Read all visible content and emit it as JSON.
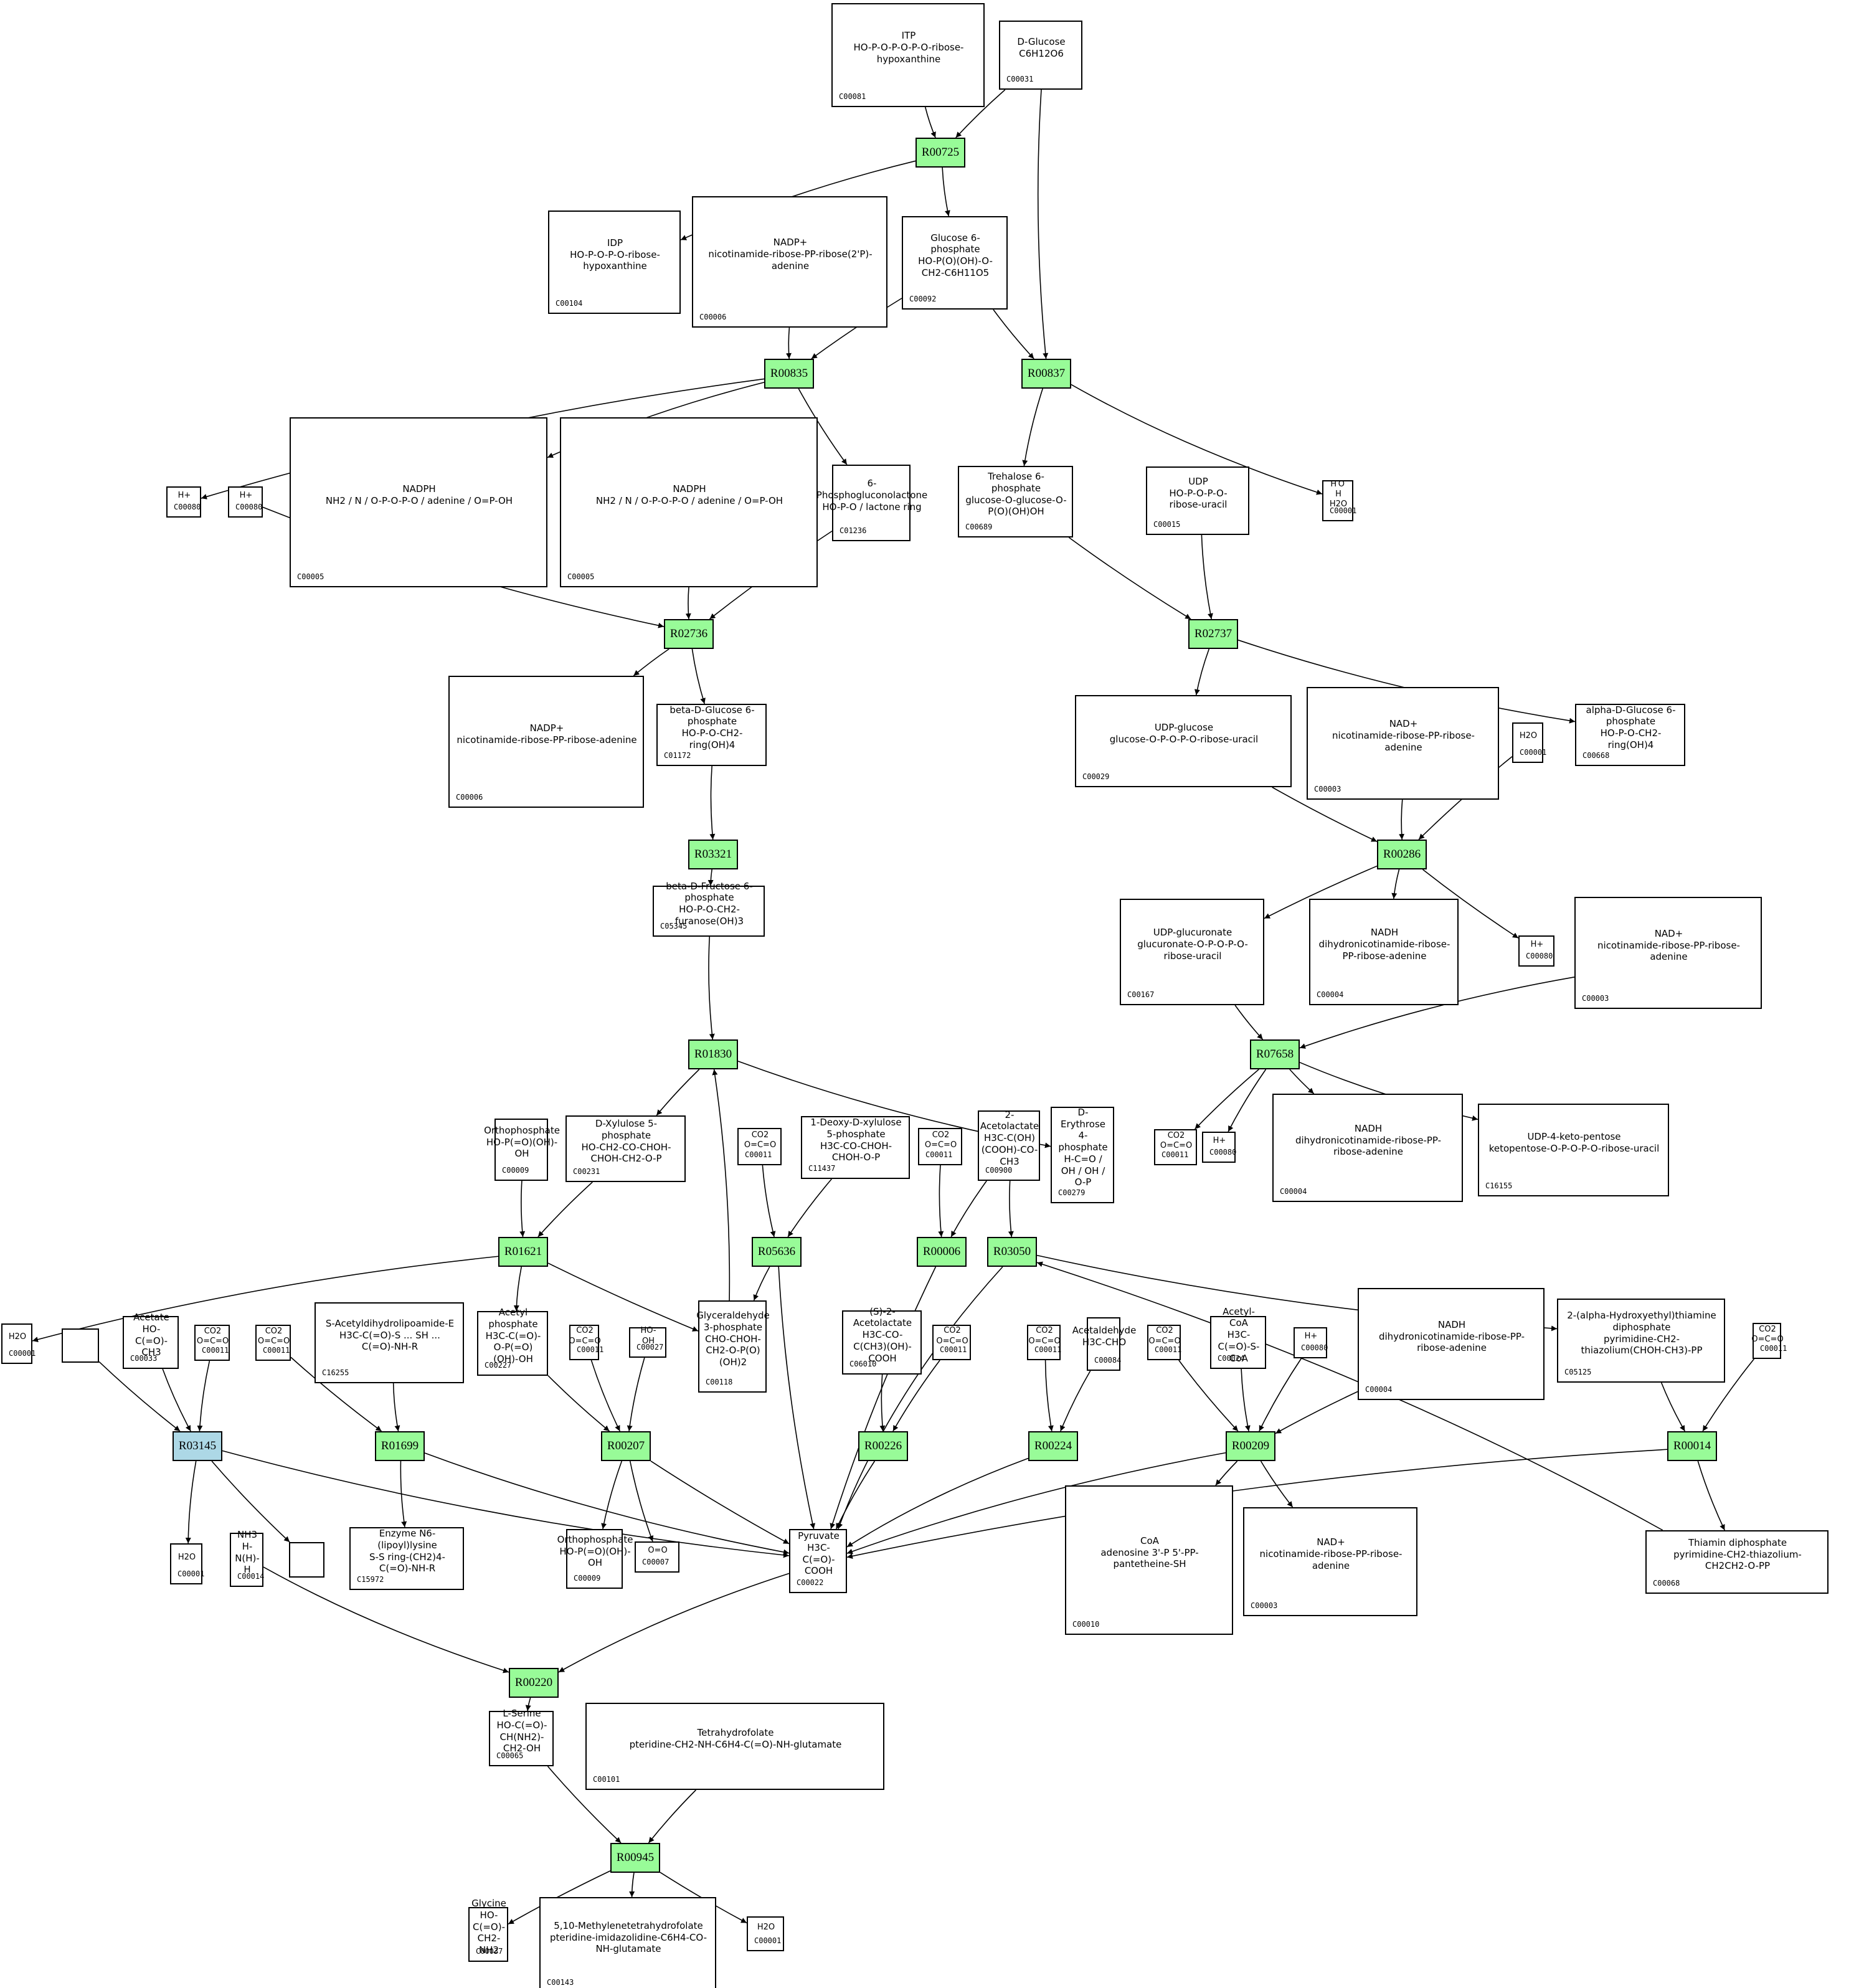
{
  "diagram": {
    "title": "Metabolic pathway graph",
    "colors": {
      "reaction": "#98fb98",
      "reaction_alt": "#add8e6",
      "edge": "#000000",
      "compound_border": "#000000"
    },
    "reactions": [
      {
        "id": "R00725",
        "label": "R00725",
        "style": "main"
      },
      {
        "id": "R00835",
        "label": "R00835",
        "style": "main"
      },
      {
        "id": "R00837",
        "label": "R00837",
        "style": "main"
      },
      {
        "id": "R02736",
        "label": "R02736",
        "style": "main"
      },
      {
        "id": "R02737",
        "label": "R02737",
        "style": "main"
      },
      {
        "id": "R03321",
        "label": "R03321",
        "style": "main"
      },
      {
        "id": "R00286",
        "label": "R00286",
        "style": "main"
      },
      {
        "id": "R07658",
        "label": "R07658",
        "style": "main"
      },
      {
        "id": "R01830",
        "label": "R01830",
        "style": "main"
      },
      {
        "id": "R01621",
        "label": "R01621",
        "style": "main"
      },
      {
        "id": "R05636",
        "label": "R05636",
        "style": "main"
      },
      {
        "id": "R00006",
        "label": "R00006",
        "style": "main"
      },
      {
        "id": "R03050",
        "label": "R03050",
        "style": "main"
      },
      {
        "id": "R03145",
        "label": "R03145",
        "style": "alt"
      },
      {
        "id": "R01699",
        "label": "R01699",
        "style": "main"
      },
      {
        "id": "R00207",
        "label": "R00207",
        "style": "main"
      },
      {
        "id": "R00226",
        "label": "R00226",
        "style": "main"
      },
      {
        "id": "R00224",
        "label": "R00224",
        "style": "main"
      },
      {
        "id": "R00209",
        "label": "R00209",
        "style": "main"
      },
      {
        "id": "R00014",
        "label": "R00014",
        "style": "main"
      },
      {
        "id": "R00220",
        "label": "R00220",
        "style": "main"
      },
      {
        "id": "R00945",
        "label": "R00945",
        "style": "main"
      }
    ],
    "compounds": [
      {
        "key": "c00081",
        "id": "C00081",
        "structure": "ITP\nHO-P-O-P-O-P-O-ribose-hypoxanthine"
      },
      {
        "key": "c00031",
        "id": "C00031",
        "structure": "D-Glucose\nC6H12O6"
      },
      {
        "key": "c00104",
        "id": "C00104",
        "structure": "IDP\nHO-P-O-P-O-ribose-hypoxanthine"
      },
      {
        "key": "c00006a",
        "id": "C00006",
        "structure": "NADP+\nnicotinamide-ribose-PP-ribose(2'P)-adenine"
      },
      {
        "key": "c00092",
        "id": "C00092",
        "structure": "Glucose 6-phosphate\nHO-P(O)(OH)-O-CH2-C6H11O5"
      },
      {
        "key": "h1",
        "id": "C00080",
        "structure": "H+"
      },
      {
        "key": "h2",
        "id": "C00080",
        "structure": "H+"
      },
      {
        "key": "c00005a",
        "id": "C00005",
        "structure": "NADPH\nNH2 / N / O-P-O-P-O / adenine / O=P-OH"
      },
      {
        "key": "c00005b",
        "id": "C00005",
        "structure": "NADPH\nNH2 / N / O-P-O-P-O / adenine / O=P-OH"
      },
      {
        "key": "c01236",
        "id": "C01236",
        "structure": "6-Phosphogluconolactone\nHO-P-O / lactone ring"
      },
      {
        "key": "c00689",
        "id": "C00689",
        "structure": "Trehalose 6-phosphate\nglucose-O-glucose-O-P(O)(OH)OH"
      },
      {
        "key": "c00015",
        "id": "C00015",
        "structure": "UDP\nHO-P-O-P-O-ribose-uracil"
      },
      {
        "key": "w1",
        "id": "C00001",
        "structure": "H O H\nH2O"
      },
      {
        "key": "c00006b",
        "id": "C00006",
        "structure": "NADP+\nnicotinamide-ribose-PP-ribose-adenine"
      },
      {
        "key": "c01172",
        "id": "C01172",
        "structure": "beta-D-Glucose 6-phosphate\nHO-P-O-CH2-ring(OH)4"
      },
      {
        "key": "c00029",
        "id": "C00029",
        "structure": "UDP-glucose\nglucose-O-P-O-P-O-ribose-uracil"
      },
      {
        "key": "c00003a",
        "id": "C00003",
        "structure": "NAD+\nnicotinamide-ribose-PP-ribose-adenine"
      },
      {
        "key": "w2",
        "id": "C00001",
        "structure": "H2O"
      },
      {
        "key": "c00668",
        "id": "C00668",
        "structure": "alpha-D-Glucose 6-phosphate\nHO-P-O-CH2-ring(OH)4"
      },
      {
        "key": "c05345",
        "id": "C05345",
        "structure": "beta-D-Fructose 6-phosphate\nHO-P-O-CH2-furanose(OH)3"
      },
      {
        "key": "c00167",
        "id": "C00167",
        "structure": "UDP-glucuronate\nglucuronate-O-P-O-P-O-ribose-uracil"
      },
      {
        "key": "c00004a",
        "id": "C00004",
        "structure": "NADH\ndihydronicotinamide-ribose-PP-ribose-adenine"
      },
      {
        "key": "h3",
        "id": "C00080",
        "structure": "H+"
      },
      {
        "key": "c00003b",
        "id": "C00003",
        "structure": "NAD+\nnicotinamide-ribose-PP-ribose-adenine"
      },
      {
        "key": "c00009a",
        "id": "C00009",
        "structure": "Orthophosphate\nHO-P(=O)(OH)-OH"
      },
      {
        "key": "c00231",
        "id": "C00231",
        "structure": "D-Xylulose 5-phosphate\nHO-CH2-CO-CHOH-CHOH-CH2-O-P"
      },
      {
        "key": "co2a",
        "id": "C00011",
        "structure": "CO2\nO=C=O"
      },
      {
        "key": "c11437",
        "id": "C11437",
        "structure": "1-Deoxy-D-xylulose 5-phosphate\nH3C-CO-CHOH-CHOH-O-P"
      },
      {
        "key": "co2b",
        "id": "C00011",
        "structure": "CO2\nO=C=O"
      },
      {
        "key": "c00900",
        "id": "C00900",
        "structure": "2-Acetolactate\nH3C-C(OH)(COOH)-CO-CH3"
      },
      {
        "key": "c00279",
        "id": "C00279",
        "structure": "D-Erythrose 4-phosphate\nH-C=O / OH / OH / O-P"
      },
      {
        "key": "co2c",
        "id": "C00011",
        "structure": "CO2\nO=C=O"
      },
      {
        "key": "h4",
        "id": "C00080",
        "structure": "H+"
      },
      {
        "key": "c00004b",
        "id": "C00004",
        "structure": "NADH\ndihydronicotinamide-ribose-PP-ribose-adenine"
      },
      {
        "key": "c16155",
        "id": "C16155",
        "structure": "UDP-4-keto-pentose\nketopentose-O-P-O-P-O-ribose-uracil"
      },
      {
        "key": "w3",
        "id": "C00001",
        "structure": "H2O"
      },
      {
        "key": "blank1",
        "id": "",
        "structure": ""
      },
      {
        "key": "c00033",
        "id": "C00033",
        "structure": "Acetate\nHO-C(=O)-CH3"
      },
      {
        "key": "co2d",
        "id": "C00011",
        "structure": "CO2\nO=C=O"
      },
      {
        "key": "co2e",
        "id": "C00011",
        "structure": "CO2\nO=C=O"
      },
      {
        "key": "c16255",
        "id": "C16255",
        "structure": "S-Acetyldihydrolipoamide-E\nH3C-C(=O)-S ... SH ... C(=O)-NH-R"
      },
      {
        "key": "c00227",
        "id": "C00227",
        "structure": "Acetyl phosphate\nH3C-C(=O)-O-P(=O)(OH)-OH"
      },
      {
        "key": "co2f",
        "id": "C00011",
        "structure": "CO2\nO=C=O"
      },
      {
        "key": "c00027",
        "id": "C00027",
        "structure": "HO-OH"
      },
      {
        "key": "c00118",
        "id": "C00118",
        "structure": "Glyceraldehyde 3-phosphate\nCHO-CHOH-CH2-O-P(O)(OH)2"
      },
      {
        "key": "c06010",
        "id": "C06010",
        "structure": "(S)-2-Acetolactate\nH3C-CO-C(CH3)(OH)-COOH"
      },
      {
        "key": "co2g",
        "id": "C00011",
        "structure": "CO2\nO=C=O"
      },
      {
        "key": "co2h",
        "id": "C00011",
        "structure": "CO2\nO=C=O"
      },
      {
        "key": "c00084",
        "id": "C00084",
        "structure": "Acetaldehyde\nH3C-CHO"
      },
      {
        "key": "co2i",
        "id": "C00011",
        "structure": "CO2\nO=C=O"
      },
      {
        "key": "c00024",
        "id": "C00024",
        "structure": "Acetyl-CoA\nH3C-C(=O)-S-CoA"
      },
      {
        "key": "h5",
        "id": "C00080",
        "structure": "H+"
      },
      {
        "key": "c00004c",
        "id": "C00004",
        "structure": "NADH\ndihydronicotinamide-ribose-PP-ribose-adenine"
      },
      {
        "key": "c05125",
        "id": "C05125",
        "structure": "2-(alpha-Hydroxyethyl)thiamine diphosphate\npyrimidine-CH2-thiazolium(CHOH-CH3)-PP"
      },
      {
        "key": "co2j",
        "id": "C00011",
        "structure": "CO2\nO=C=O"
      },
      {
        "key": "w4",
        "id": "C00001",
        "structure": "H2O"
      },
      {
        "key": "c00014",
        "id": "C00014",
        "structure": "NH3\nH-N(H)-H"
      },
      {
        "key": "blank2",
        "id": "",
        "structure": ""
      },
      {
        "key": "c15972",
        "id": "C15972",
        "structure": "Enzyme N6-(lipoyl)lysine\nS-S ring-(CH2)4-C(=O)-NH-R"
      },
      {
        "key": "c00009b",
        "id": "C00009",
        "structure": "Orthophosphate\nHO-P(=O)(OH)-OH"
      },
      {
        "key": "c00007",
        "id": "C00007",
        "structure": "O=O"
      },
      {
        "key": "c00022",
        "id": "C00022",
        "structure": "Pyruvate\nH3C-C(=O)-COOH"
      },
      {
        "key": "c00010",
        "id": "C00010",
        "structure": "CoA\nadenosine 3'-P 5'-PP-pantetheine-SH"
      },
      {
        "key": "c00003c",
        "id": "C00003",
        "structure": "NAD+\nnicotinamide-ribose-PP-ribose-adenine"
      },
      {
        "key": "c00068",
        "id": "C00068",
        "structure": "Thiamin diphosphate\npyrimidine-CH2-thiazolium-CH2CH2-O-PP"
      },
      {
        "key": "c00065",
        "id": "C00065",
        "structure": "L-Serine\nHO-C(=O)-CH(NH2)-CH2-OH"
      },
      {
        "key": "c00101",
        "id": "C00101",
        "structure": "Tetrahydrofolate\npteridine-CH2-NH-C6H4-C(=O)-NH-glutamate"
      },
      {
        "key": "c00037",
        "id": "C00037",
        "structure": "Glycine\nHO-C(=O)-CH2-NH2"
      },
      {
        "key": "c00143",
        "id": "C00143",
        "structure": "5,10-Methylenetetrahydrofolate\npteridine-imidazolidine-C6H4-CO-NH-glutamate"
      },
      {
        "key": "w5",
        "id": "C00001",
        "structure": "H2O"
      }
    ]
  }
}
